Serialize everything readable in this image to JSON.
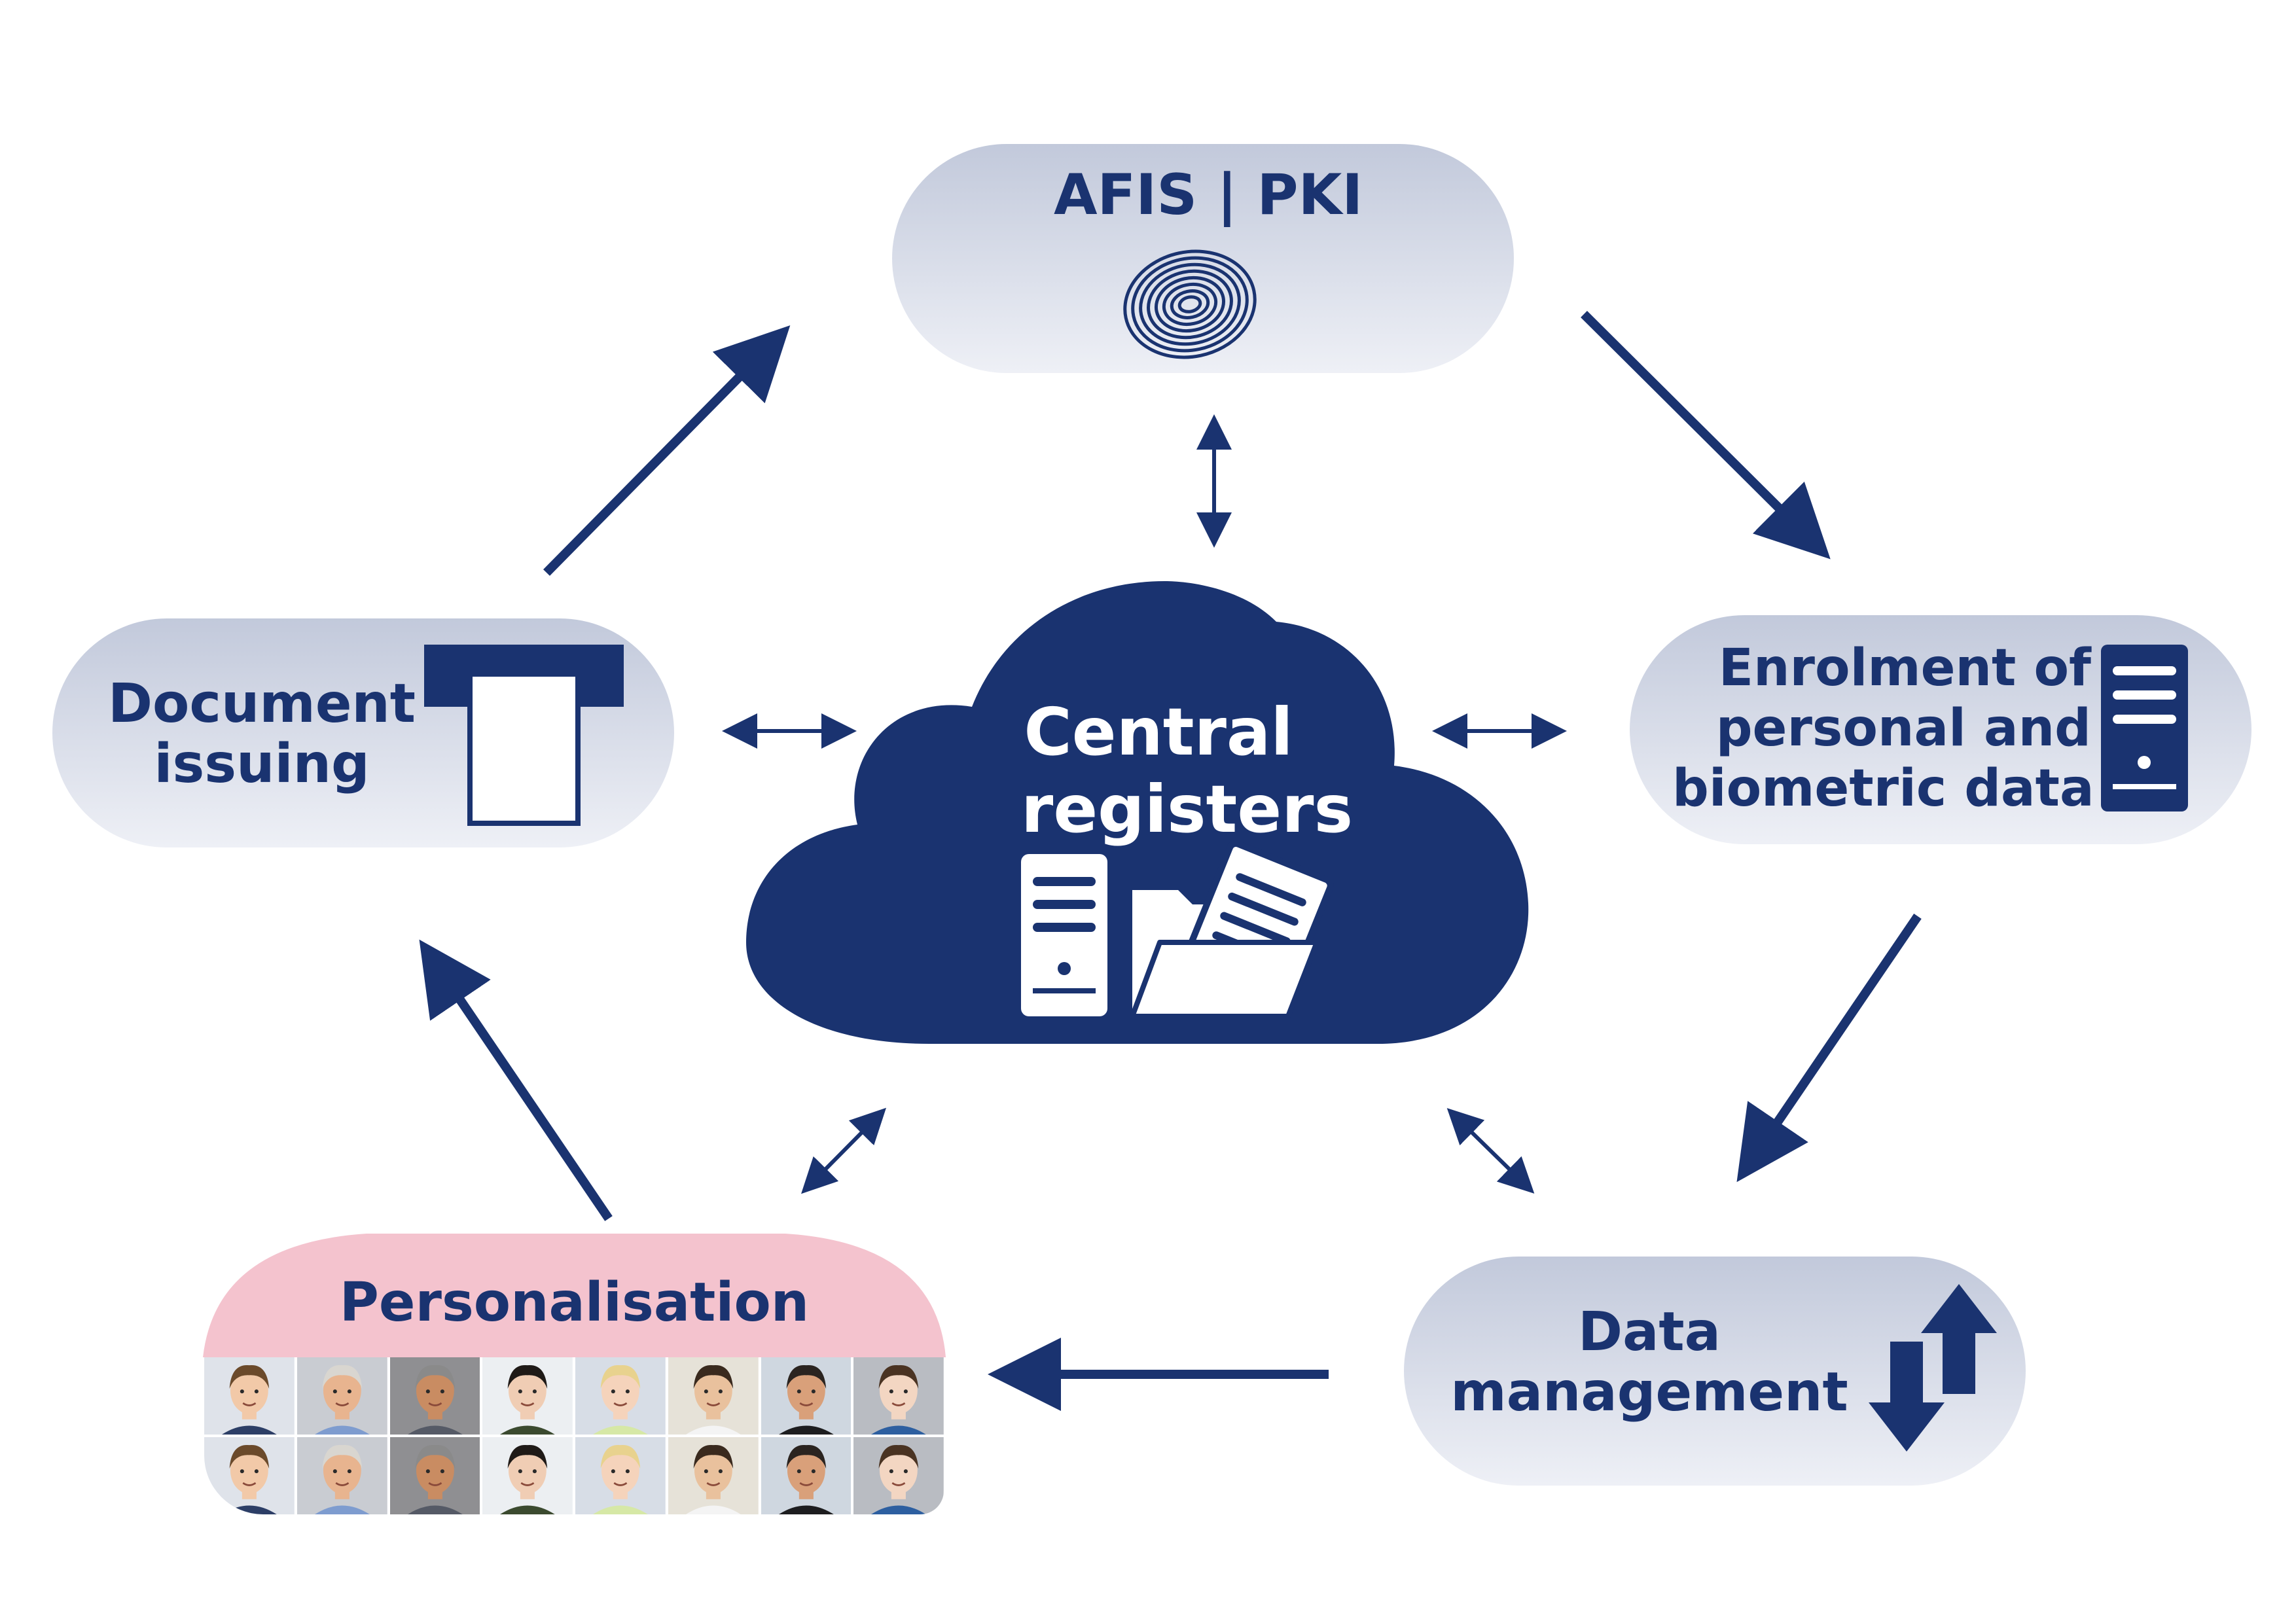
{
  "nodes": {
    "afis": {
      "label": "AFIS | PKI",
      "icon": "fingerprint-icon"
    },
    "central": {
      "line1": "Central",
      "line2": "registers",
      "icons": [
        "server-icon",
        "folder-with-document-icon"
      ]
    },
    "enrolment": {
      "line1": "Enrolment of",
      "line2": "personal and",
      "line3": "biometric data",
      "icon": "server-icon"
    },
    "document": {
      "line1": "Document",
      "line2": "issuing",
      "icon": "card-slot-icon"
    },
    "data_management": {
      "line1": "Data",
      "line2": "management",
      "icon": "up-down-arrows-icon"
    },
    "personalisation": {
      "label": "Personalisation",
      "icon": "portrait-grid",
      "portrait_count": 16
    }
  },
  "connections": {
    "cycle": [
      "afis -> enrolment",
      "enrolment -> data_management",
      "data_management -> personalisation",
      "personalisation -> document",
      "document -> afis"
    ],
    "bidirectional_with_central": [
      "afis",
      "enrolment",
      "data_management",
      "personalisation",
      "document"
    ]
  },
  "colors": {
    "navy": "#1a3370",
    "pill_top": "#c2c9db",
    "pill_bottom": "#eef0f6",
    "personalisation_pink": "#f4c3ce",
    "white": "#ffffff"
  }
}
